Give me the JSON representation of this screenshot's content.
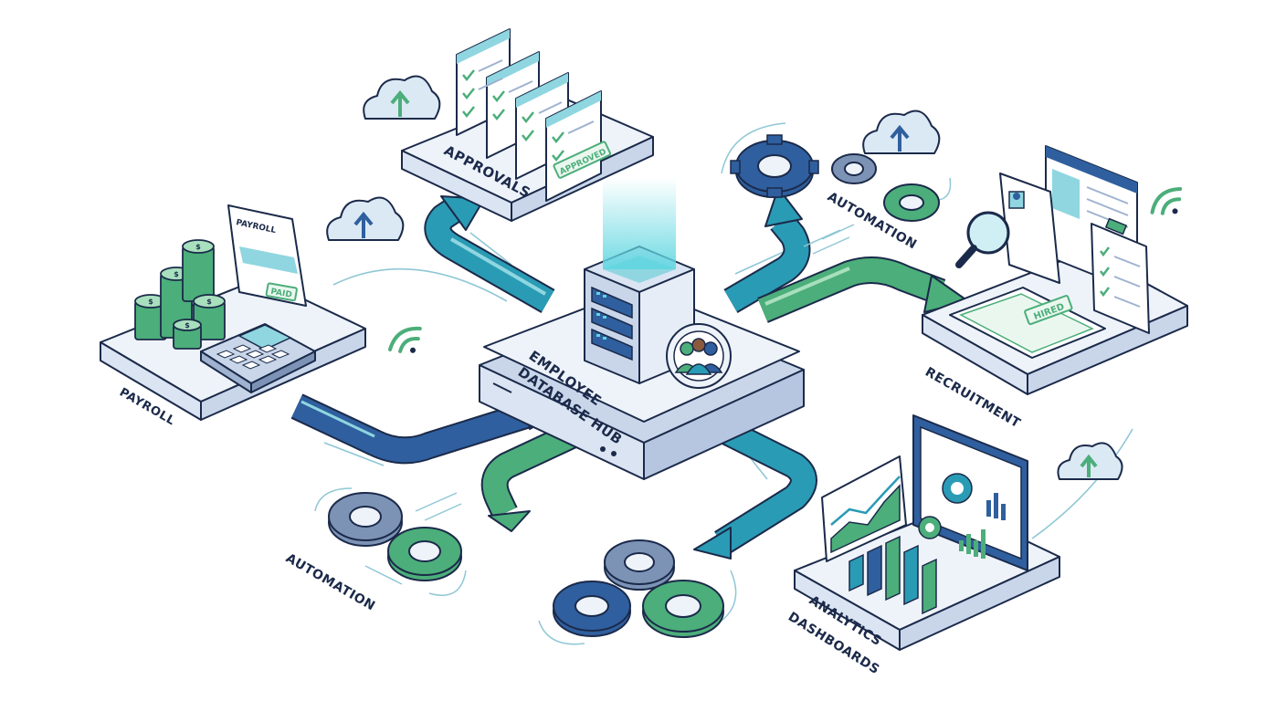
{
  "nodes": {
    "hub": {
      "label_line1": "EMPLOYEE",
      "label_line2": "DATABASE HUB"
    },
    "approvals": {
      "label": "APPROVALS",
      "stamp": "APPROVED"
    },
    "payroll": {
      "label": "PAYROLL",
      "paystub_header": "PAYROLL",
      "paystub_stamp": "PAID",
      "coin_symbol": "$"
    },
    "automation_top": {
      "label": "AUTOMATION"
    },
    "recruitment": {
      "label": "RECRUITMENT",
      "stamp": "HIRED"
    },
    "automation_bottom": {
      "label": "AUTOMATION"
    },
    "analytics": {
      "label_line1": "ANALYTICS",
      "label_line2": "DASHBOARDS"
    }
  },
  "colors": {
    "outline": "#1b2a4a",
    "teal": "#2a9bb5",
    "teal_light": "#8fd6e0",
    "blue_dark": "#2f5f9e",
    "green": "#4cae7a",
    "green_light": "#a8dfbd",
    "platform_top": "#eef3fa",
    "platform_side": "#c9d6ea",
    "gear_gray": "#7d93b5"
  },
  "icons": [
    "cloud-upload-icon",
    "wifi-icon",
    "gear-icon",
    "server-icon",
    "magnifier-icon",
    "clipboard-icon",
    "calculator-icon",
    "coin-stack-icon"
  ]
}
